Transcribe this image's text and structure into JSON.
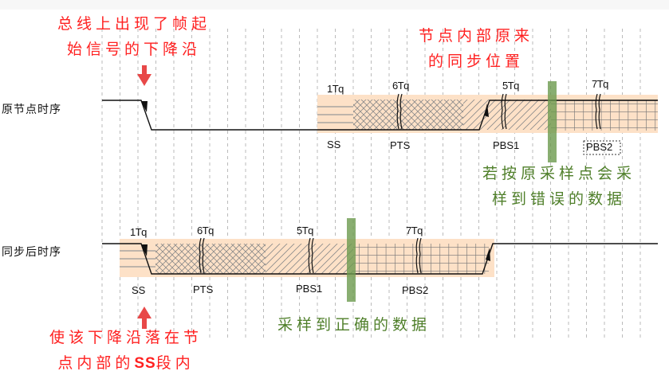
{
  "colors": {
    "segment_fill": "#fde1c7",
    "sample_bar": "#6b9a4d",
    "annotation_red": "#ff2020",
    "annotation_green": "#4f7f2a",
    "arrow_red": "#e84848",
    "grid": "#b8b8b8",
    "signal": "#111111",
    "hatch": "#777777"
  },
  "rows": {
    "original": {
      "label": "原节点时序",
      "segments": [
        {
          "name": "SS",
          "tq_label": "1Tq",
          "pattern": "horizontal"
        },
        {
          "name": "PTS",
          "tq_label": "6Tq",
          "pattern": "crosshatch"
        },
        {
          "name": "PBS1",
          "tq_label": "5Tq",
          "pattern": "diagonal"
        },
        {
          "name": "PBS2",
          "tq_label": "7Tq",
          "pattern": "grid",
          "dashed_label": true
        }
      ]
    },
    "synced": {
      "label": "同步后时序",
      "segments": [
        {
          "name": "SS",
          "tq_label": "1Tq",
          "pattern": "horizontal"
        },
        {
          "name": "PTS",
          "tq_label": "6Tq",
          "pattern": "crosshatch"
        },
        {
          "name": "PBS1",
          "tq_label": "5Tq",
          "pattern": "diagonal"
        },
        {
          "name": "PBS2",
          "tq_label": "7Tq",
          "pattern": "grid"
        }
      ]
    }
  },
  "annotations": {
    "bus_falling_edge": {
      "line1": "总线上出现了帧起",
      "line2": "始信号的下降沿"
    },
    "original_sync_position": {
      "line1": "节点内部原来",
      "line2": "的同步位置"
    },
    "wrong_sample": {
      "line1": "若按原采样点会采",
      "line2": "样到错误的数据"
    },
    "correct_sample": {
      "line1": "采样到正确的数据"
    },
    "make_edge_in_ss": {
      "line1": "使该下降沿落在节",
      "line2_pre": "点内部的",
      "line2_bold": "SS",
      "line2_post": "段内"
    }
  }
}
